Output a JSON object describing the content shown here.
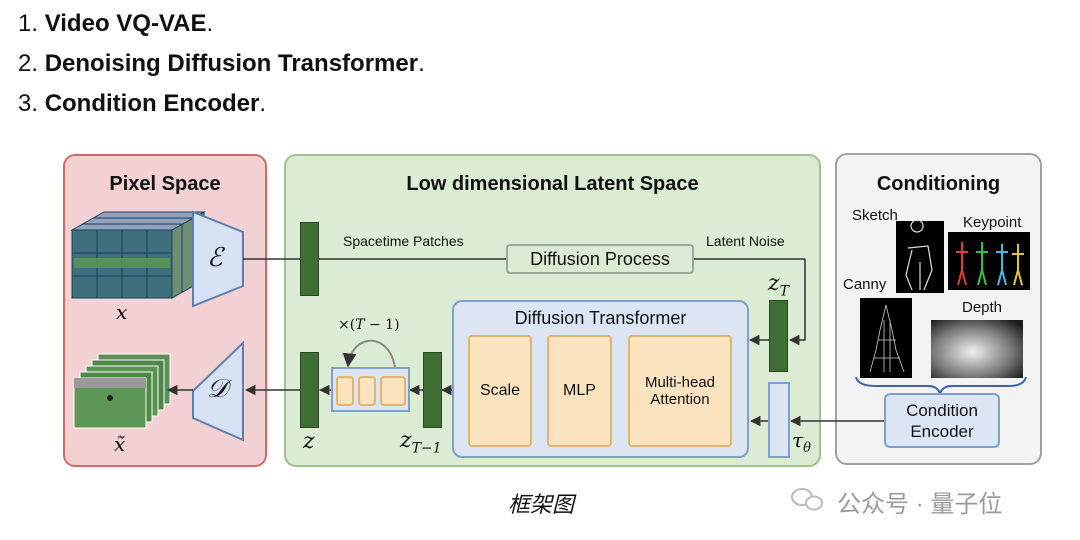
{
  "list": [
    {
      "num": "1. ",
      "bold": "Video VQ-VAE",
      "tail": "."
    },
    {
      "num": "2. ",
      "bold": "Denoising Diffusion Transformer",
      "tail": "."
    },
    {
      "num": "3. ",
      "bold": "Condition Encoder",
      "tail": "."
    }
  ],
  "pixel_space": {
    "title": "Pixel Space",
    "encoder": "ℰ",
    "decoder": "𝒟",
    "x_label": "𝑥",
    "x_tilde_label": "𝑥̃"
  },
  "latent_space": {
    "title": "Low dimensional Latent Space",
    "spacetime_patches": "Spacetime Patches",
    "diffusion_process": "Diffusion Process",
    "latent_noise": "Latent Noise",
    "z_T": "𝑧",
    "z_T_sub": "𝑇",
    "z": "𝑧",
    "z_T1": "𝑧",
    "z_T1_sub": "𝑇−1",
    "repeat_label": "×(𝑇 − 1)",
    "tau": "𝜏",
    "tau_sub": "𝜃"
  },
  "diffusion_transformer": {
    "title": "Diffusion Transformer",
    "scale": "Scale",
    "mlp": "MLP",
    "attention": "Multi-head Attention"
  },
  "conditioning": {
    "title": "Conditioning",
    "sketch": "Sketch",
    "keypoint": "Keypoint",
    "canny": "Canny",
    "depth": "Depth",
    "encoder": "Condition Encoder"
  },
  "caption": "框架图",
  "watermark": "公众号 · 量子位",
  "colors": {
    "pixel_bg": "#f1d1d1",
    "latent_bg": "#dcebd3",
    "dt_bg": "#dbe5f4",
    "block": "#fbe3c0",
    "bar": "#3f6e34"
  }
}
